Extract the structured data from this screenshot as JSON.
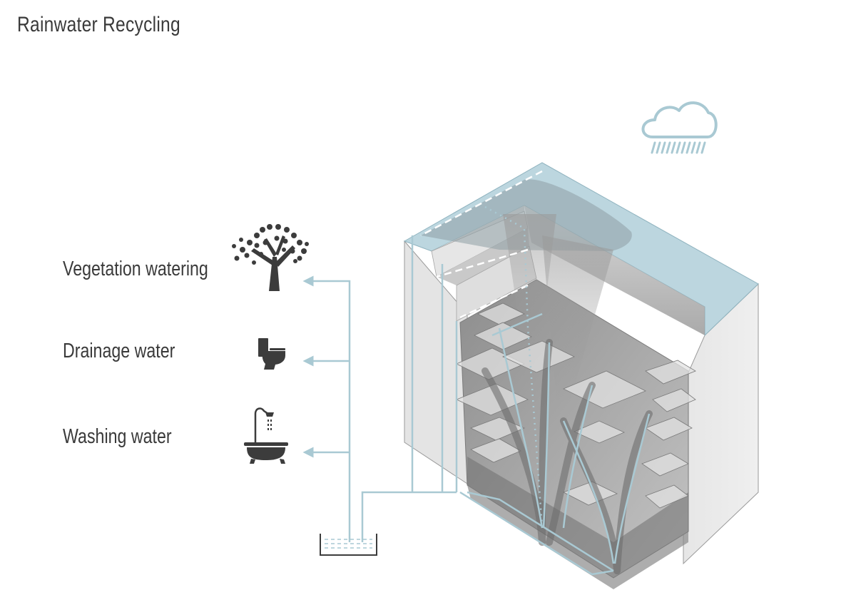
{
  "title": "Rainwater Recycling",
  "uses": [
    {
      "label": "Vegetation watering",
      "icon": "tree-icon"
    },
    {
      "label": "Drainage water",
      "icon": "toilet-icon"
    },
    {
      "label": "Washing water",
      "icon": "bathtub-shower-icon"
    }
  ],
  "icons": {
    "weather": "rain-cloud-icon",
    "storage": "water-tank-icon"
  },
  "colors": {
    "water_flow": "#a9c9d3",
    "roof_water": "#bcd6df",
    "icon_dark": "#3c3c3c",
    "text": "#3a3a3a"
  }
}
